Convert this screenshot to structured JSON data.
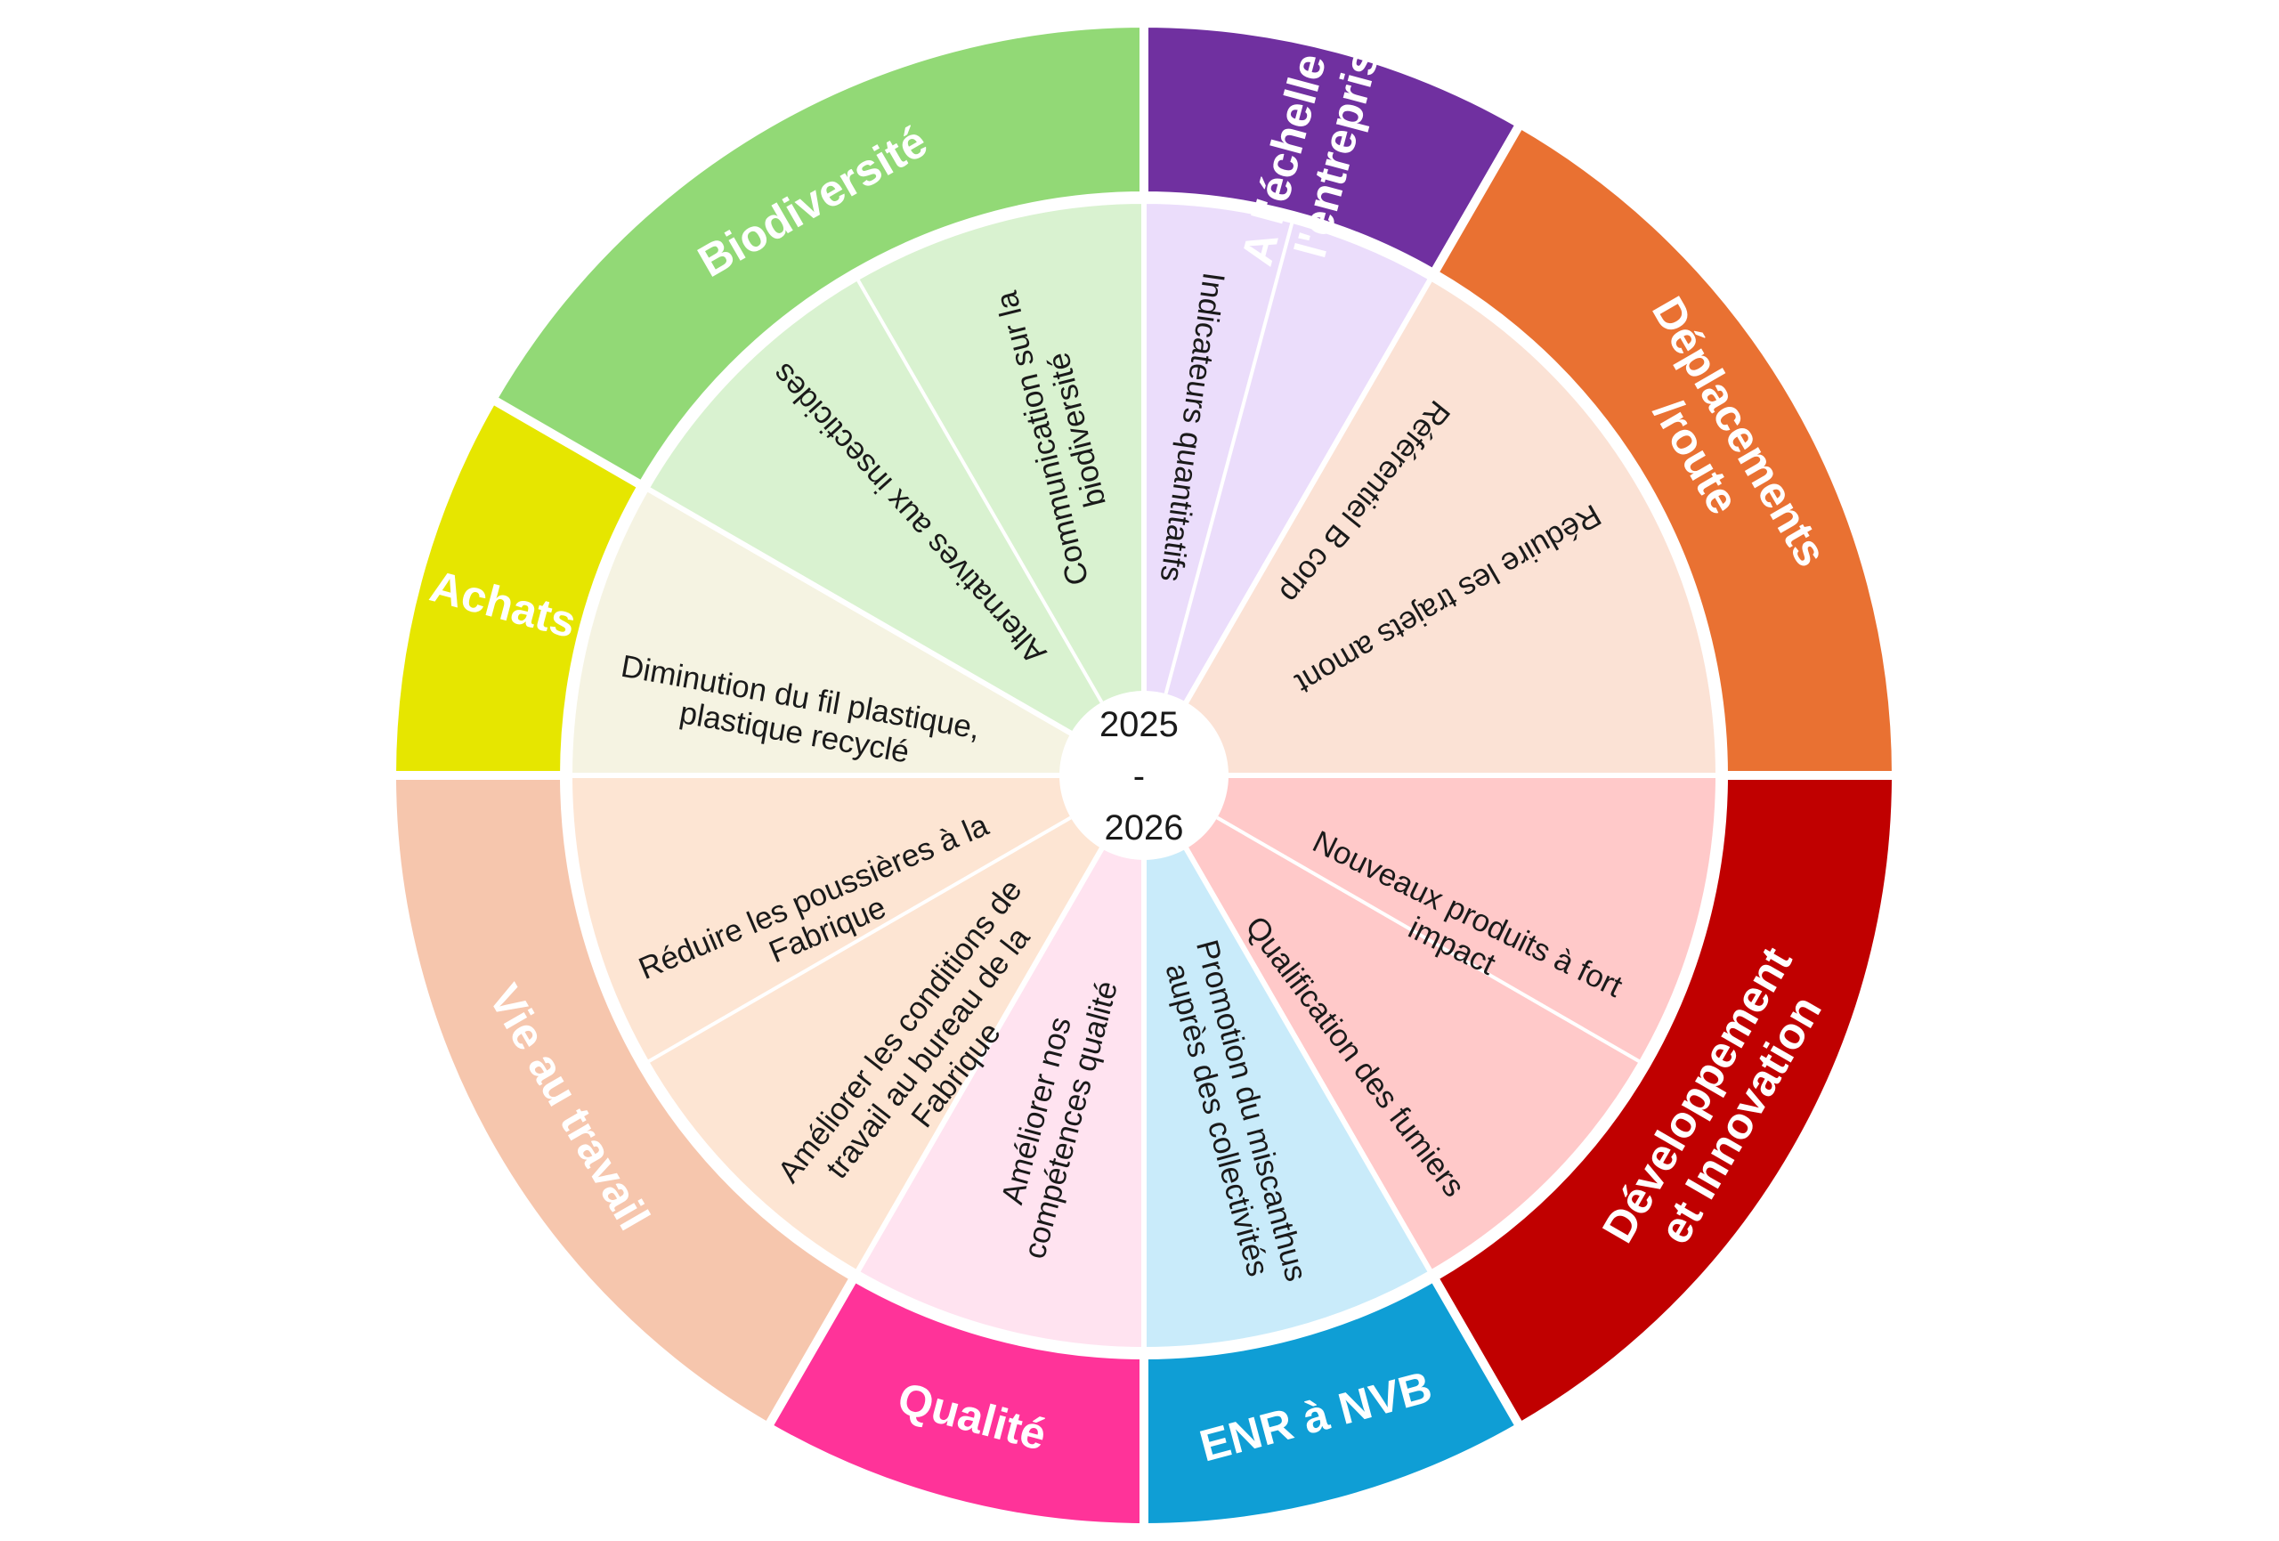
{
  "center": {
    "line1": "2025",
    "line2": "-",
    "line3": "2026"
  },
  "categories": [
    {
      "label": [
        "A l'échelle de",
        "l'entreprise"
      ],
      "color": "#7030A0",
      "light": "#EBDDFB",
      "activities": [
        {
          "label": [
            "Indicateurs quantitatifs"
          ]
        },
        {
          "label": [
            "Référentiel B corp"
          ]
        }
      ]
    },
    {
      "label": [
        "Déplacements",
        "/route"
      ],
      "color": "#E97132",
      "light": "#FBE2D5",
      "activities": [
        {
          "label": [
            "Réduire les trajets amont"
          ]
        }
      ]
    },
    {
      "label": [
        "Développement",
        "et Innovation"
      ],
      "color": "#C00000",
      "light": "#FFC9C9",
      "activities": [
        {
          "label": [
            "Nouveaux produits à fort",
            "impact"
          ]
        },
        {
          "label": [
            "Qualification des fumiers"
          ]
        }
      ]
    },
    {
      "label": [
        "ENR à NVB"
      ],
      "color": "#0F9ED5",
      "light": "#C9EBFA",
      "activities": [
        {
          "label": [
            "Promotion du miscanthus",
            "auprès des collectivités"
          ]
        }
      ]
    },
    {
      "label": [
        "Qualité"
      ],
      "color": "#FF3399",
      "light": "#FFE3F0",
      "activities": [
        {
          "label": [
            "Améliorer nos",
            "compétences qualité"
          ]
        }
      ]
    },
    {
      "label": [
        "Vie au travail"
      ],
      "color": "#F6C6AD",
      "light": "#FDE5D3",
      "activities": [
        {
          "label": [
            "Améliorer les conditions de",
            "travail au bureau de la",
            "Fabrique"
          ]
        },
        {
          "label": [
            "Réduire les poussières à la",
            "Fabrique"
          ]
        }
      ]
    },
    {
      "label": [
        "Achats"
      ],
      "color": "#E6E600",
      "light": "#F5F3E2",
      "activities": [
        {
          "label": [
            "Diminution du fil plastique,",
            "plastique recyclé"
          ]
        }
      ]
    },
    {
      "label": [
        "Biodiversité"
      ],
      "color": "#92D976",
      "light": "#D9F2D0",
      "activities": [
        {
          "label": [
            "Alternatives aux insecticides"
          ]
        },
        {
          "label": [
            "Communication sur la",
            "biodiversité"
          ]
        }
      ]
    }
  ]
}
